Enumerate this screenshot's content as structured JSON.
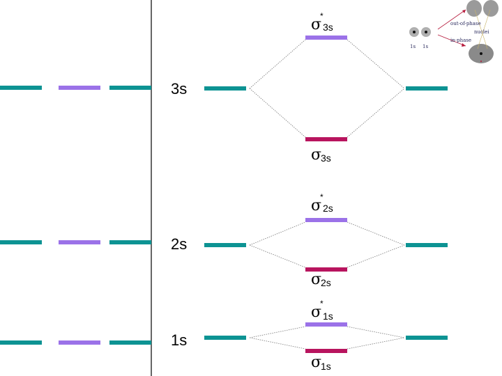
{
  "colors": {
    "atomic": "#0d9393",
    "hybrid": "#9b72e8",
    "bonding": "#b8145e",
    "antibonding": "#9b72e8",
    "connector": "#777777",
    "divider": "#000000"
  },
  "levels": [
    {
      "shell": "3s",
      "label": "3s"
    },
    {
      "shell": "2s",
      "label": "2s"
    },
    {
      "shell": "1s",
      "label": "1s"
    }
  ],
  "orbitals": {
    "s3_star": {
      "symbol": "σ",
      "star": "*",
      "sub": "3s"
    },
    "s3": {
      "symbol": "σ",
      "sub": "3s"
    },
    "s2_star": {
      "symbol": "σ",
      "star": "*",
      "sub": "2s"
    },
    "s2": {
      "symbol": "σ",
      "sub": "2s"
    },
    "s1_star": {
      "symbol": "σ",
      "star": "*",
      "sub": "1s"
    },
    "s1": {
      "symbol": "σ",
      "sub": "1s"
    }
  },
  "inset": {
    "out_of_phase": "out-of-phase",
    "nuclei": "nuclei",
    "in_phase": "in-phase",
    "left_atom": "1s",
    "right_atom": "1s"
  }
}
